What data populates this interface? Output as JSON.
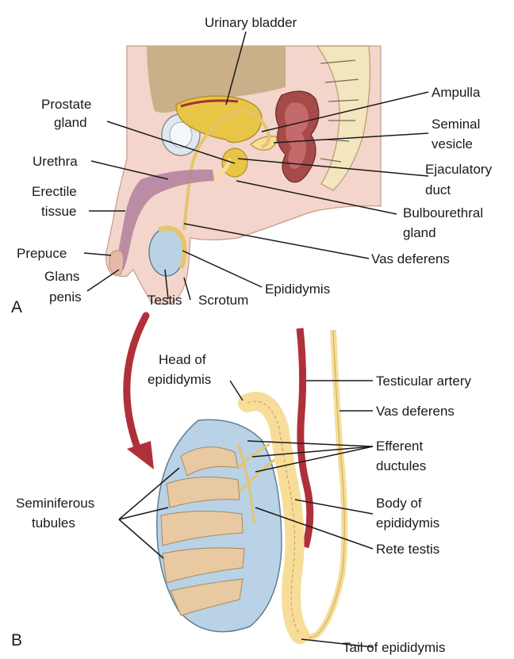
{
  "panels": {
    "a": "A",
    "b": "B"
  },
  "labels_a": {
    "urinary_bladder": "Urinary bladder",
    "prostate_1": "Prostate",
    "prostate_2": "gland",
    "urethra": "Urethra",
    "erectile_1": "Erectile",
    "erectile_2": "tissue",
    "prepuce": "Prepuce",
    "glans_1": "Glans",
    "glans_2": "penis",
    "testis": "Testis",
    "scrotum": "Scrotum",
    "epididymis": "Epididymis",
    "ampulla": "Ampulla",
    "seminal_1": "Seminal",
    "seminal_2": "vesicle",
    "ejaculatory_1": "Ejaculatory",
    "ejaculatory_2": "duct",
    "bulbo_1": "Bulbourethral",
    "bulbo_2": "gland",
    "vas_deferens": "Vas deferens"
  },
  "labels_b": {
    "head_1": "Head of",
    "head_2": "epididymis",
    "testicular_artery": "Testicular artery",
    "vas_deferens": "Vas deferens",
    "efferent_1": "Efferent",
    "efferent_2": "ductules",
    "semin_1": "Seminiferous",
    "semin_2": "tubules",
    "body_1": "Body of",
    "body_2": "epididymis",
    "rete": "Rete testis",
    "tail": "Tail of epididymis"
  },
  "colors": {
    "body_skin": "#f4d5cb",
    "cavity_tan": "#c9b089",
    "bladder_yellow": "#e8c545",
    "duct_cream": "#f7dd99",
    "rectum_red": "#a64a4a",
    "spine_cream": "#f3e6be",
    "testis_blue": "#b9d2e6",
    "artery_red": "#b0303a",
    "arrow_red": "#b0303a",
    "lobule_tan": "#e8c9a1",
    "erectile_purple": "#b07fa0"
  }
}
